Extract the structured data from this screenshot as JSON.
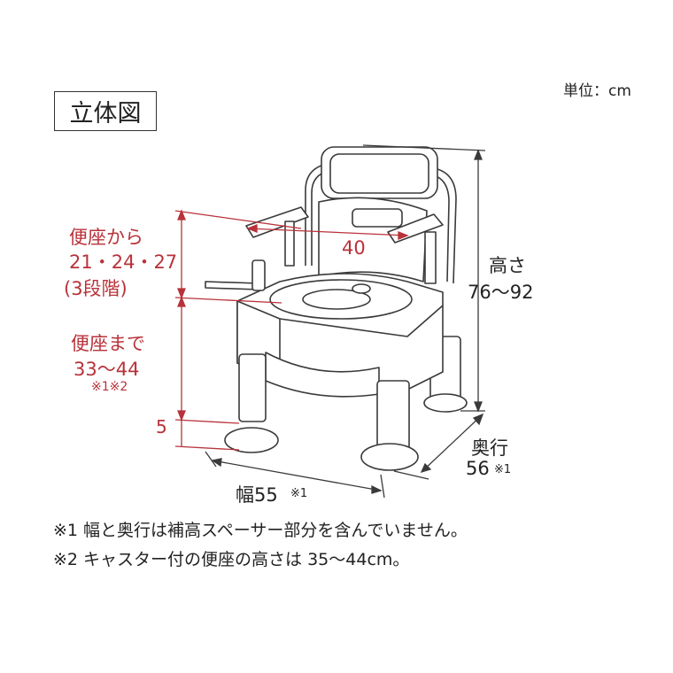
{
  "title": "立体図",
  "unit_label": "単位：cm",
  "labels": {
    "armrest_line1": "便座から",
    "armrest_line2": "21・24・27",
    "armrest_line3": "(3段階)",
    "seat_line1": "便座まで",
    "seat_line2": "33～44",
    "seat_line3": "※1※2",
    "caster": "5",
    "armrest_gap": "40",
    "height_line1": "高さ",
    "height_line2": "76～92",
    "depth_line1": "奥行",
    "depth_line2": "56",
    "depth_note": "※1",
    "width_value": "幅55",
    "width_note": "※1"
  },
  "notes": [
    "※1  幅と奥行は補高スペーサー部分を含んでいません。",
    "※2  キャスター付の便座の高さは 35～44cm。"
  ],
  "colors": {
    "dimension_red": "#b8323a",
    "line_dark": "#3a3a3a",
    "chair_fill": "#ffffff"
  }
}
